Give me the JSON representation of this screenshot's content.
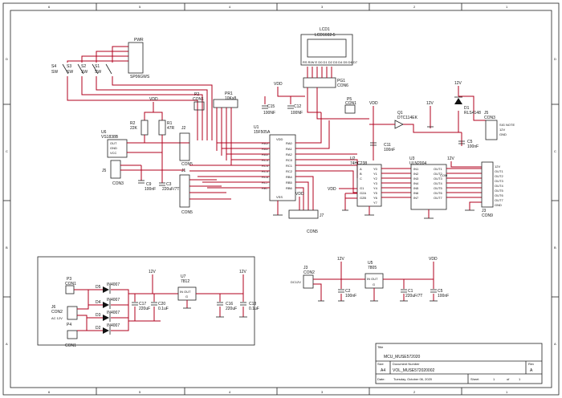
{
  "frame": {
    "cols": [
      "1",
      "2",
      "3",
      "4",
      "5",
      "6"
    ],
    "rows": [
      "A",
      "B",
      "C",
      "D"
    ]
  },
  "components": {
    "pwr": {
      "ref": "PWR",
      "value": "SP06GWS"
    },
    "switches": [
      {
        "ref": "S4",
        "value": "SW"
      },
      {
        "ref": "S3",
        "value": "SW"
      },
      {
        "ref": "S2",
        "value": "SW"
      },
      {
        "ref": "S1",
        "value": "SW"
      }
    ],
    "lcd": {
      "ref": "LCD1",
      "value": "LCD1602-5",
      "pins": "RS R/W E D0 D1 D2 D3 D4 D5 D6 D7"
    },
    "pg1": {
      "ref": "PG1",
      "value": "CON6"
    },
    "p2": {
      "ref": "P2",
      "value": "CON1"
    },
    "pr1": {
      "ref": "PR1",
      "value": "10Kx8"
    },
    "c15": {
      "ref": "C15",
      "value": "100NF"
    },
    "c12": {
      "ref": "C12",
      "value": "100NF"
    },
    "p5": {
      "ref": "P5",
      "value": "CON1"
    },
    "q1": {
      "ref": "Q1",
      "value": "DTC114EK"
    },
    "d1": {
      "ref": "D1",
      "value": "RLS4148"
    },
    "j5r": {
      "ref": "J5",
      "value": "CON3",
      "pins": [
        "SIG NOTE",
        "12V",
        "GND"
      ]
    },
    "r2": {
      "ref": "R2",
      "value": "22K"
    },
    "r1": {
      "ref": "R1",
      "value": "47R"
    },
    "u6": {
      "ref": "U6",
      "value": "VS1838B",
      "pins": [
        "OUT",
        "GND",
        "VCC"
      ]
    },
    "j2": {
      "ref": "J2",
      "value": "CON5"
    },
    "u1": {
      "ref": "U1",
      "value": "15F505A",
      "left_pins": [
        "RA5",
        "RA4",
        "RA3",
        "RC5",
        "RC4",
        "RC3",
        "RC6",
        "RC7",
        "RB7"
      ],
      "right_pins": [
        "RA0",
        "RA1",
        "RA2",
        "RC0",
        "RC1",
        "RC2",
        "RB4",
        "RB5",
        "RB6"
      ],
      "vdd": "VDD",
      "vss": "VSS"
    },
    "c11": {
      "ref": "C11",
      "value": "100nF"
    },
    "u2": {
      "ref": "U2",
      "value": "74HC238",
      "left_pins": [
        "A",
        "B",
        "C",
        "G1",
        "G2A",
        "G2B"
      ],
      "right_pins": [
        "Y0",
        "Y1",
        "Y2",
        "Y3",
        "Y4",
        "Y5",
        "Y6",
        "Y7"
      ]
    },
    "u3": {
      "ref": "U3",
      "value": "ULN2004",
      "left_pins": [
        "IN1",
        "IN2",
        "IN3",
        "IN4",
        "IN5",
        "IN6",
        "IN7"
      ],
      "right_pins": [
        "OUT1",
        "OUT2",
        "OUT3",
        "OUT4",
        "OUT5",
        "OUT6",
        "OUT7"
      ],
      "com": "COM"
    },
    "c5a": {
      "ref": "C5",
      "value": "100nF"
    },
    "j3r": {
      "ref": "J3",
      "value": "CON9",
      "pins": [
        "12V",
        "OUT1",
        "OUT2",
        "OUT3",
        "OUT4",
        "OUT5",
        "OUT6",
        "OUT7",
        "GND"
      ]
    },
    "j5l": {
      "ref": "J5",
      "value": "CON3"
    },
    "c9": {
      "ref": "C9",
      "value": "100nF"
    },
    "c3": {
      "ref": "C3",
      "value": "220uF/7T"
    },
    "j1": {
      "ref": "J1",
      "value": "CON5"
    },
    "j7": {
      "ref": "J7",
      "value": "CON5"
    },
    "p3": {
      "ref": "P3",
      "value": "CON1"
    },
    "j6": {
      "ref": "J6",
      "value": "CON2",
      "pins": "AC 12V"
    },
    "p4": {
      "ref": "P4",
      "value": "CON1"
    },
    "d3": {
      "ref": "D3",
      "value": "IN4007"
    },
    "d4": {
      "ref": "D4",
      "value": "IN4007"
    },
    "d5": {
      "ref": "D5",
      "value": "IN4007"
    },
    "d2": {
      "ref": "D2",
      "value": "IN4007"
    },
    "c17": {
      "ref": "C17",
      "value": "220uF"
    },
    "c20": {
      "ref": "C20",
      "value": "0.1uF"
    },
    "u7": {
      "ref": "U7",
      "value": "7812",
      "pins": "IN OUT",
      "gnd": "G"
    },
    "c16": {
      "ref": "C16",
      "value": "220uF"
    },
    "c18": {
      "ref": "C18",
      "value": "0.1uF"
    },
    "j3b": {
      "ref": "J3",
      "value": "CON2",
      "pins": "DC12V"
    },
    "u5": {
      "ref": "U5",
      "value": "7805",
      "pins": "IN OUT",
      "gnd": "G"
    },
    "c2": {
      "ref": "C2",
      "value": "100nF"
    },
    "c1": {
      "ref": "C1",
      "value": "220uF/7T"
    },
    "c5b": {
      "ref": "C5",
      "value": "100nF"
    }
  },
  "nets": {
    "vdd": "VDD",
    "v12": "12V"
  },
  "title_block": {
    "title_label": "Title",
    "title": "MCU_MUSE572020",
    "size_label": "Size",
    "size": "A4",
    "docnum_label": "Document Number",
    "docnum": "VOL_MUSE572020002",
    "rev_label": "Rev",
    "rev": "A",
    "date_label": "Date:",
    "date": "Tuesday, October 06, 2020",
    "sheet_label": "Sheet",
    "sheet": "1",
    "of_label": "of",
    "sheets": "1"
  }
}
